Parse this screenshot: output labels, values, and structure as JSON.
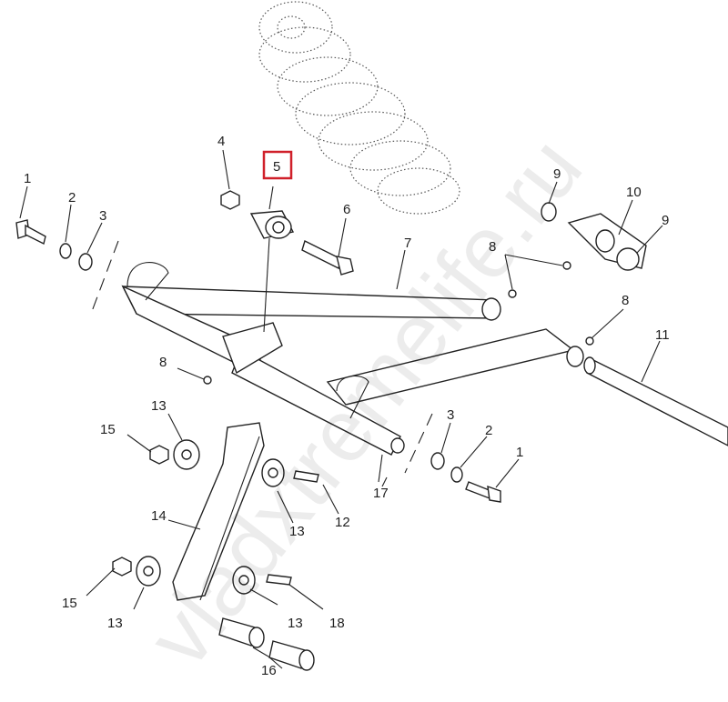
{
  "watermark": "vladxtremelife.ru",
  "highlight_color": "#d0202a",
  "highlighted_callout": "5",
  "callouts": {
    "c1a": "1",
    "c2a": "2",
    "c3a": "3",
    "c4": "4",
    "c5": "5",
    "c6": "6",
    "c7": "7",
    "c8a": "8",
    "c8b": "8",
    "c8c": "8",
    "c9a": "9",
    "c9b": "9",
    "c10": "10",
    "c11": "11",
    "c13a": "13",
    "c15a": "15",
    "c3b": "3",
    "c2b": "2",
    "c1b": "1",
    "c14": "14",
    "c13b": "13",
    "c12": "12",
    "c17": "17",
    "c15b": "15",
    "c13c": "13",
    "c13d": "13",
    "c18": "18",
    "c16": "16"
  }
}
